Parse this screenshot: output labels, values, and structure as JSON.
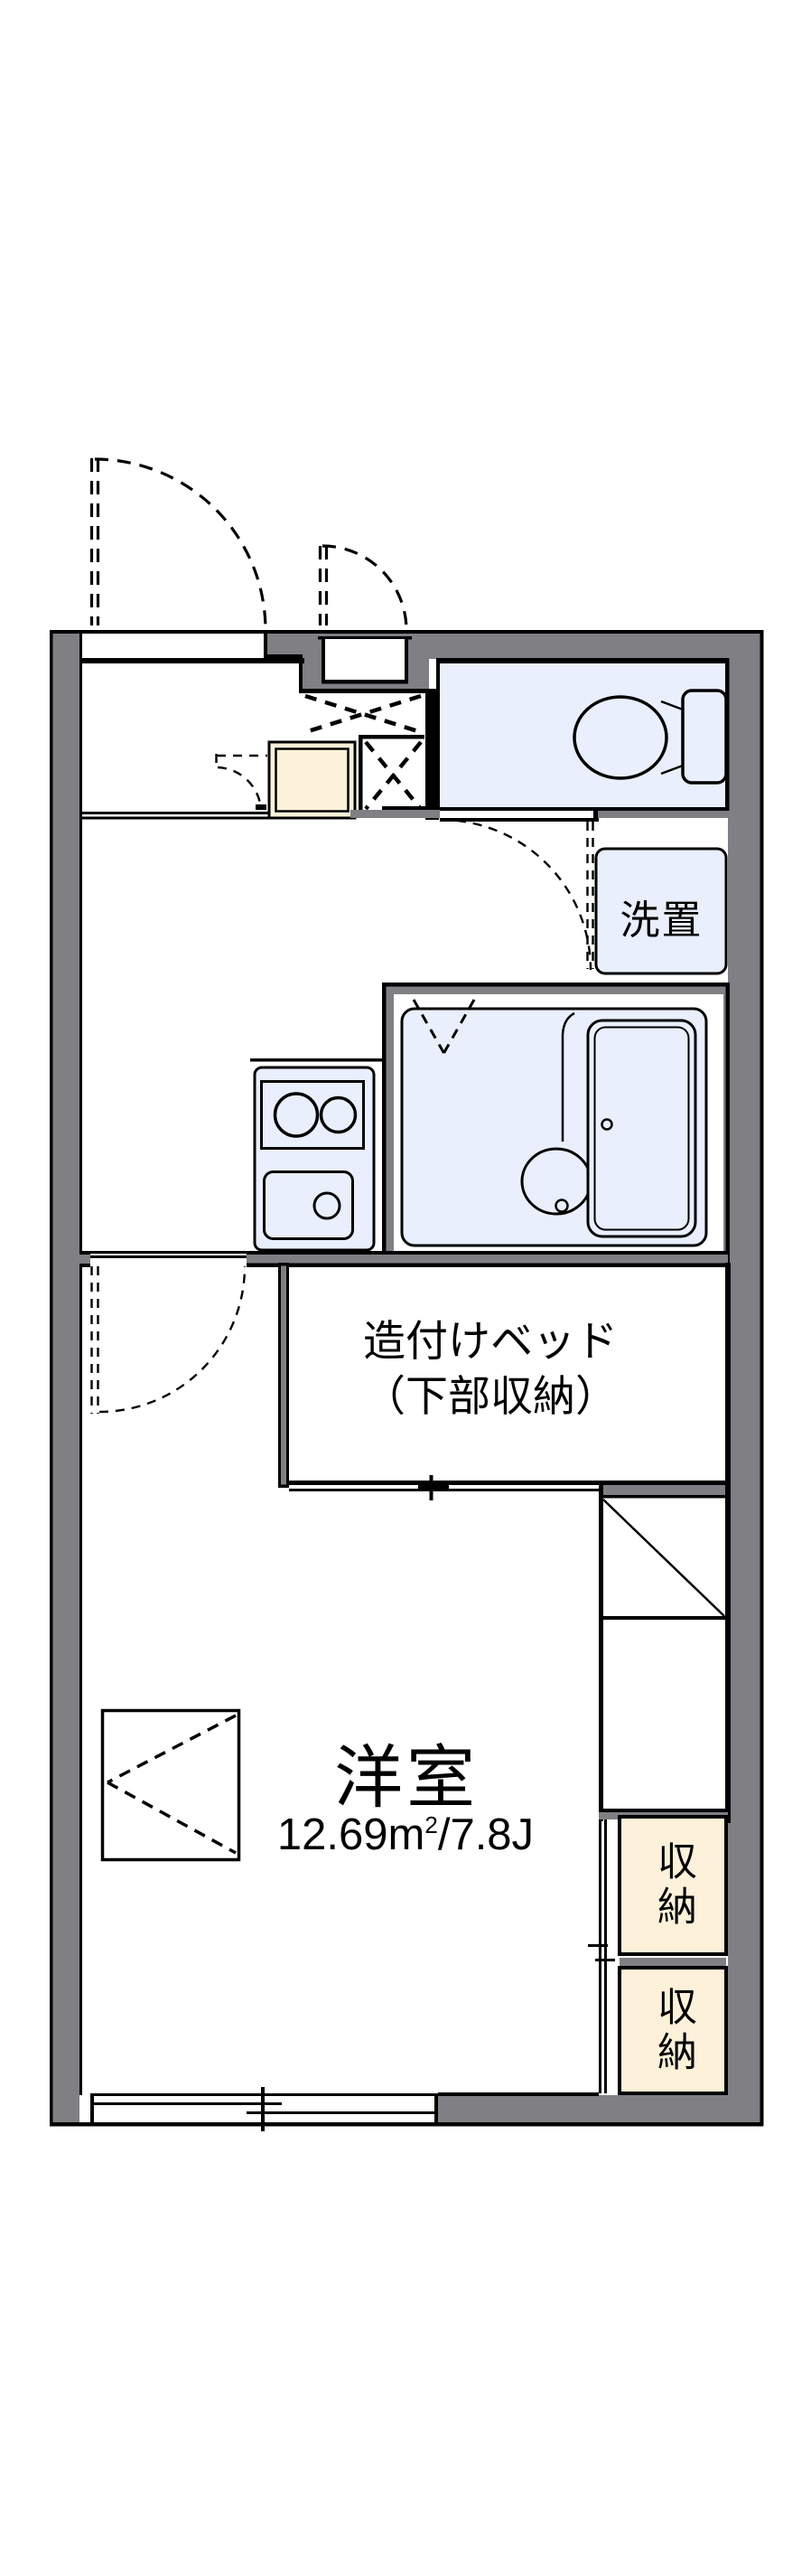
{
  "plan": {
    "washer_label": "洗置",
    "bed_label_line1": "造付けベッド",
    "bed_label_line2": "（下部収納）",
    "room_label": "洋室",
    "room_area": {
      "prefix": "12.69m",
      "sup": "2",
      "suffix": "/7.8J"
    },
    "storage_label_1": "収納",
    "storage_label_2": "収納",
    "colors": {
      "wall_gray": "#7f7f84",
      "fixture_blue": "#e9effc",
      "step_cream": "#fdf1d9",
      "line_black": "#000000"
    }
  }
}
